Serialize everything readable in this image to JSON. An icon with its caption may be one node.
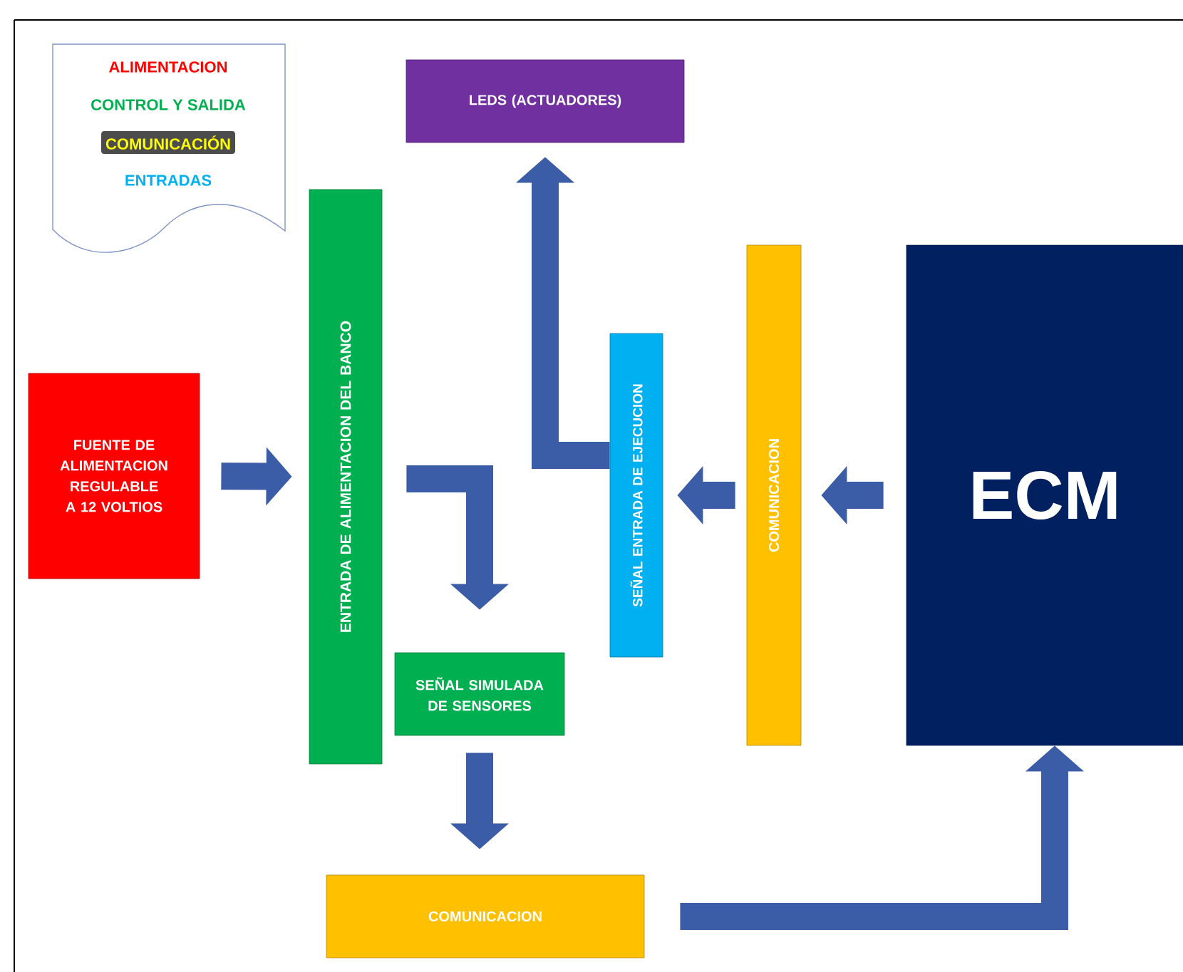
{
  "diagram": {
    "nodes": [
      {
        "text": [
          "FUENTE DE ALIMENTACION REGULABLE A 12 VOLTIOS"
        ]
      },
      {
        "text": [
          "ENTRADA DE ALIMENTACION DEL BANCO"
        ]
      },
      {
        "text": [
          "LEDS (ACTUADORES)"
        ]
      },
      {
        "text": [
          "SEÑAL SIMULADA DE SENSORES"
        ]
      },
      {
        "text": [
          "SEÑAL ENTRADA DE EJECUCION"
        ]
      },
      {
        "text": [
          "COMUNICACION"
        ]
      },
      {
        "text": [
          "ECM"
        ]
      },
      {
        "text": [
          "COMUNICACION"
        ]
      }
    ],
    "edges": [
      {
        "from": 0,
        "to": 1,
        "arrow": "to"
      },
      {
        "from": 1,
        "to": 3,
        "arrow": "to"
      },
      {
        "from": 4,
        "to": 2,
        "arrow": "to"
      },
      {
        "from": 5,
        "to": 4,
        "arrow": "to"
      },
      {
        "from": 6,
        "to": 5,
        "arrow": "to"
      },
      {
        "from": 3,
        "to": 7,
        "arrow": "to"
      },
      {
        "from": 7,
        "to": 6,
        "arrow": "to"
      }
    ],
    "legend": [
      {
        "text": "ALIMENTACION",
        "color": "#ff0000"
      },
      {
        "text": "CONTROL Y SALIDA",
        "color": "#00b050"
      },
      {
        "text": "COMUNICACIÓN",
        "color": "#ffff00"
      },
      {
        "text": "ENTRADAS",
        "color": "#00b0f0"
      }
    ]
  }
}
